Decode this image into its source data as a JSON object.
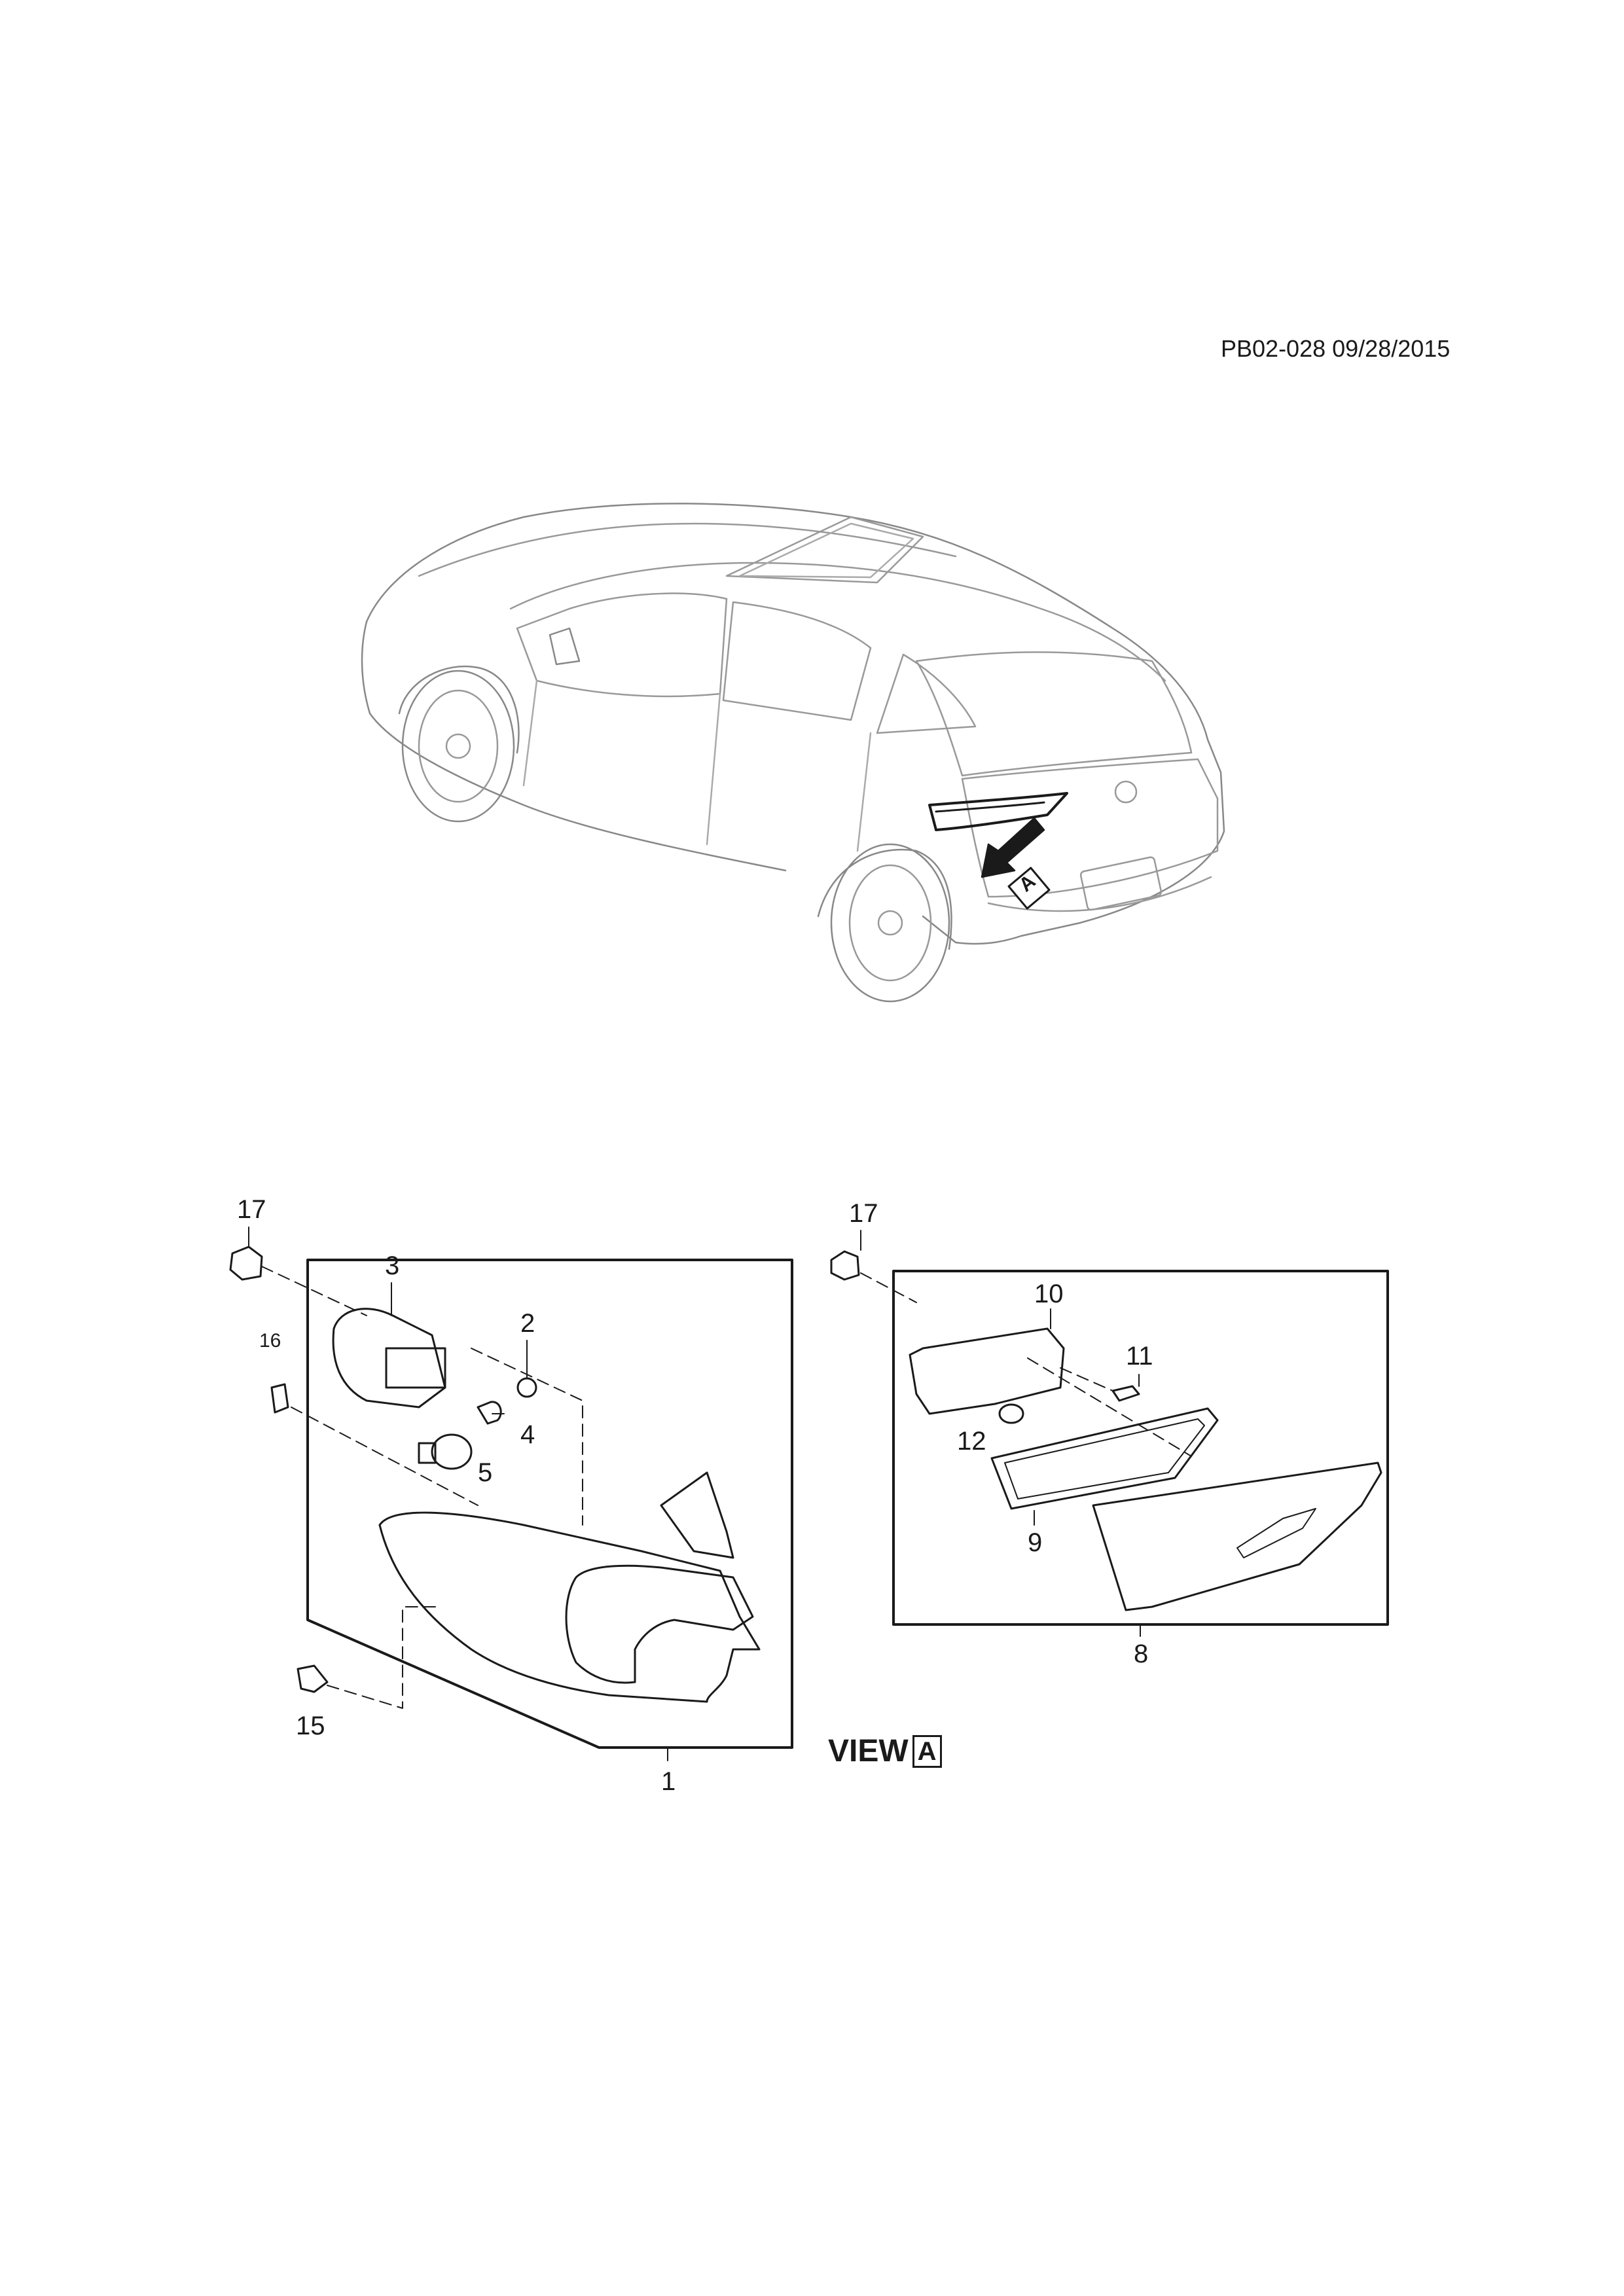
{
  "header": {
    "doc_id": "PB02-028 09/28/2015"
  },
  "callouts": {
    "c1": "1",
    "c2": "2",
    "c3": "3",
    "c4": "4",
    "c5": "5",
    "c8": "8",
    "c9": "9",
    "c10": "10",
    "c11": "11",
    "c12": "12",
    "c15": "15",
    "c16": "16",
    "c17_left": "17",
    "c17_right": "17"
  },
  "car_arrow_letter": "A",
  "view": {
    "word": "VIEW",
    "letter": "A"
  }
}
